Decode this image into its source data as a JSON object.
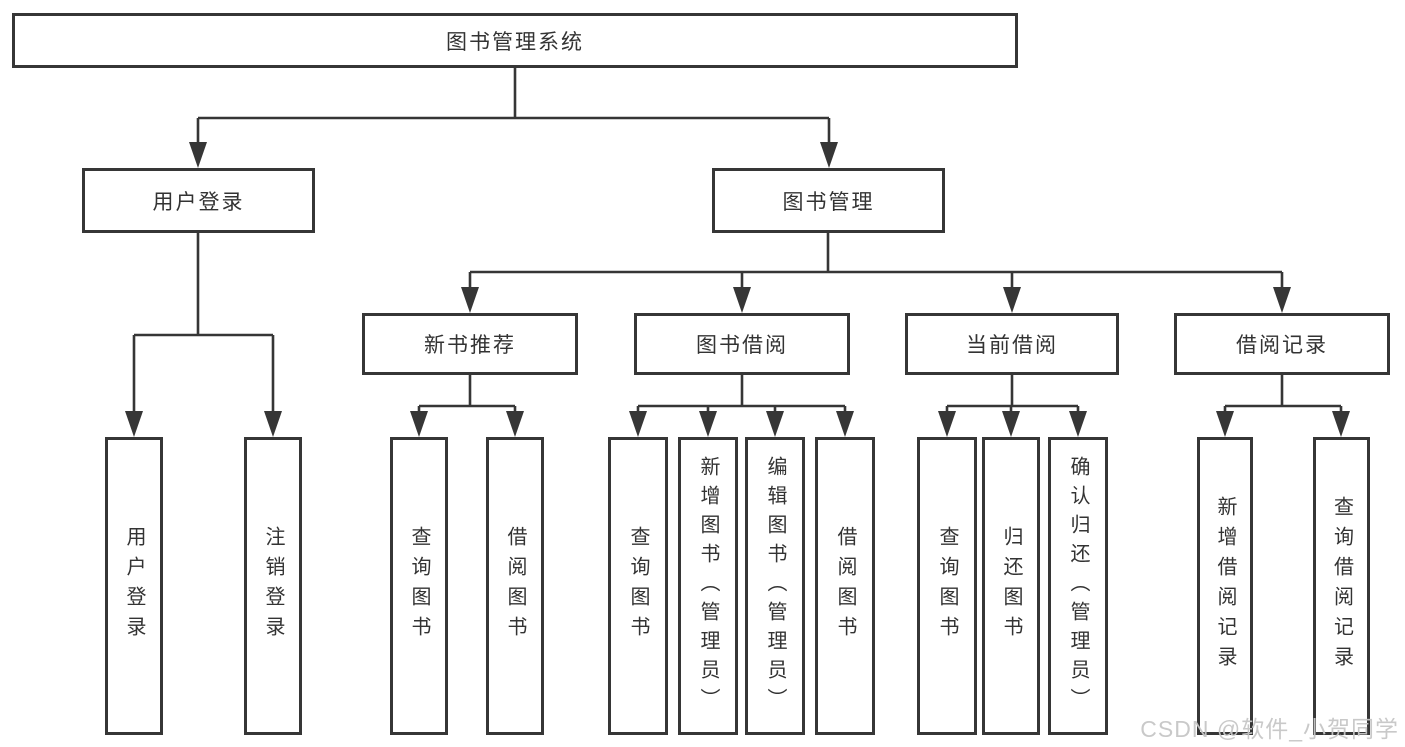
{
  "diagram_type": "hierarchy-tree",
  "watermark": "CSDN @软件_小贺同学",
  "colors": {
    "background": "#ffffff",
    "line": "#363636",
    "box_border": "#363636",
    "text": "#333333",
    "watermark": "#c6c6c6"
  },
  "nodes": {
    "root": "图书管理系统",
    "user_login": "用户登录",
    "book_mgmt": "图书管理",
    "login": "用户登录",
    "logout": "注销登录",
    "new_rec": "新书推荐",
    "borrow": "图书借阅",
    "current": "当前借阅",
    "records": "借阅记录",
    "rec_query": "查询图书",
    "rec_borrow": "借阅图书",
    "bor_query": "查询图书",
    "bor_add": "新增图书（管理员）",
    "bor_edit": "编辑图书（管理员）",
    "bor_borrow": "借阅图书",
    "cur_query": "查询图书",
    "cur_return": "归还图书",
    "cur_confirm": "确认归还（管理员）",
    "recd_add": "新增借阅记录",
    "recd_query": "查询借阅记录"
  },
  "edges": [
    "图书管理系统→用户登录",
    "图书管理系统→图书管理",
    "用户登录→用户登录",
    "用户登录→注销登录",
    "图书管理→新书推荐",
    "图书管理→图书借阅",
    "图书管理→当前借阅",
    "图书管理→借阅记录",
    "新书推荐→查询图书",
    "新书推荐→借阅图书",
    "图书借阅→查询图书",
    "图书借阅→新增图书（管理员）",
    "图书借阅→编辑图书（管理员）",
    "图书借阅→借阅图书",
    "当前借阅→查询图书",
    "当前借阅→归还图书",
    "当前借阅→确认归还（管理员）",
    "借阅记录→新增借阅记录",
    "借阅记录→查询借阅记录"
  ]
}
